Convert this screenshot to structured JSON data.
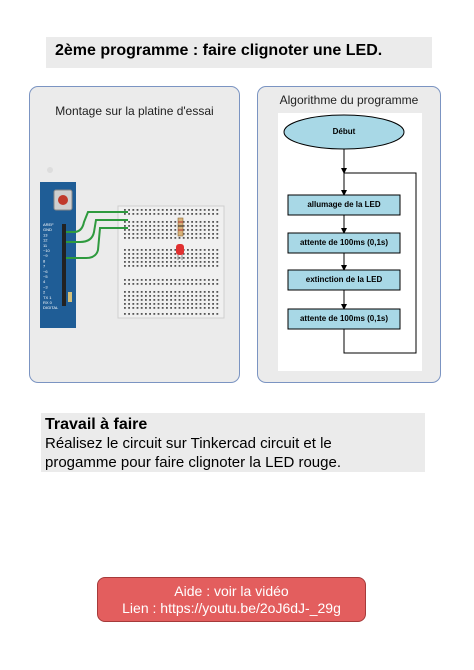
{
  "title": "2ème programme : faire clignoter une LED.",
  "montage": {
    "caption": "Montage sur la platine d'essai",
    "board_labels": [
      "AREF",
      "GND",
      "13",
      "12",
      "11",
      "~10",
      "~9",
      "8",
      "7",
      "~6",
      "~5",
      "4",
      "~3",
      "2",
      "TX 1",
      "RX 0",
      "DIGITAL"
    ]
  },
  "algorithme": {
    "caption": "Algorithme du programme",
    "start": "Début",
    "steps": [
      "allumage de la LED",
      "attente de 100ms (0,1s)",
      "extinction de la LED",
      "attente de 100ms (0,1s)"
    ]
  },
  "travail": {
    "title": "Travail à faire",
    "line1": "Réalisez le circuit sur Tinkercad circuit et le",
    "line2": "progamme pour faire clignoter la LED rouge."
  },
  "lien": {
    "line1": "Aide : voir la vidéo",
    "line2": "Lien : https://youtu.be/2oJ6dJ-_29g"
  },
  "colors": {
    "panel_border": "#7b94c2",
    "flow_box": "#a8d8e6",
    "button_red": "#e35e5e",
    "arduino_blue": "#1f5d96",
    "wire_green": "#2e9a3e",
    "led_red": "#e03030"
  }
}
